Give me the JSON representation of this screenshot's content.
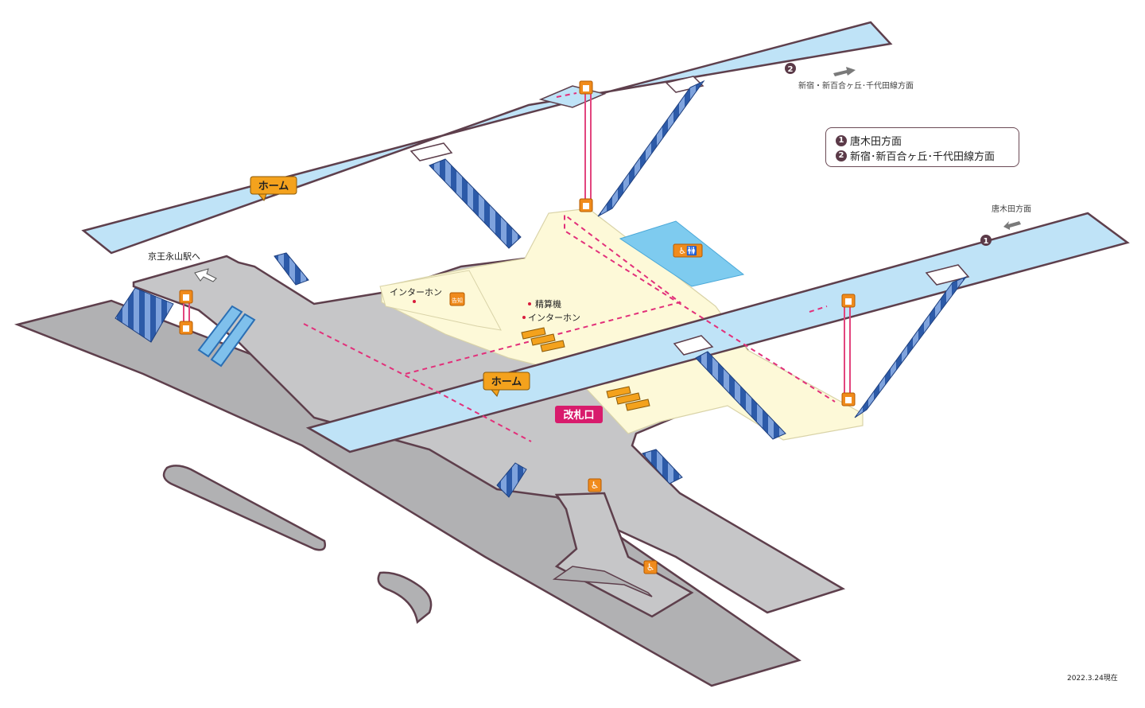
{
  "colors": {
    "platform_fill": "#bfe3f7",
    "platform_edge": "#5e3f4c",
    "concourse_gray": "#c6c6c8",
    "ground_gray": "#b1b1b3",
    "paid_area": "#fdf9d8",
    "stair_blue": "#2c5aa8",
    "elevator_pink": "#e2457e",
    "route_pink": "#e2307a",
    "sign_orange": "#f4a21d",
    "gate_magenta": "#d81b6c",
    "toilet_blue": "#7ecbef"
  },
  "labels": {
    "platform_upper": "ホーム",
    "platform_lower": "ホーム",
    "gate": "改札口",
    "keio_nagayama": "京王永山駅へ",
    "intercom_left": "インターホン",
    "fare_adjust": "精算機",
    "intercom_right": "インターホン",
    "shinjuku_dir": "新宿・新百合ヶ丘･千代田線方面",
    "karakida_dir": "唐木田方面",
    "date": "2022.3.24現在"
  },
  "platform_numbers": {
    "upper": "2",
    "lower": "1"
  },
  "legend": [
    {
      "num": "1",
      "text": "唐木田方面"
    },
    {
      "num": "2",
      "text": "新宿･新百合ヶ丘･千代田線方面"
    }
  ],
  "icons": {
    "elevator": "elevator-icon",
    "escalator": "escalator-icon",
    "wheelchair": "wheelchair-icon",
    "toilet": "toilet-icon",
    "ticket_machine": "ticket-machine-icon",
    "notice": "notice-icon",
    "direction_arrow": "arrow-icon"
  },
  "notice_text": "告知"
}
